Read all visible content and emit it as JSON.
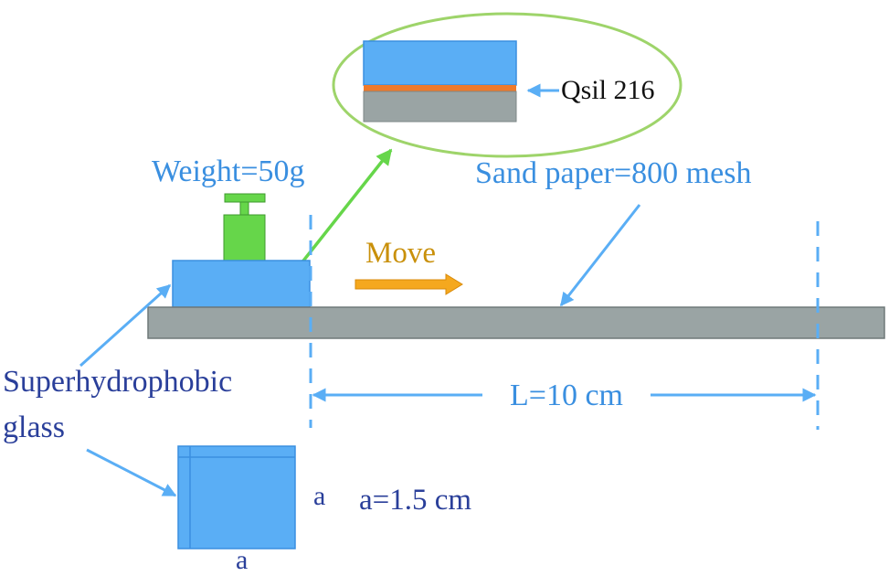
{
  "labels": {
    "qsil": "Qsil 216",
    "weight": "Weight=50g",
    "sand_paper": "Sand paper=800 mesh",
    "move": "Move",
    "superhydrophobic": "Superhydrophobic",
    "glass": "glass",
    "length": "L=10 cm",
    "side_a_right": "a",
    "side_a_bottom": "a",
    "side_value": "a=1.5 cm"
  },
  "colors": {
    "blue_fill": "#5aaef5",
    "blue_stroke": "#3a8fe0",
    "gray_fill": "#9aa4a4",
    "orange_layer": "#f07a2a",
    "weight_green": "#66d64a",
    "ellipse_green": "#9ed46a",
    "move_arrow": "#f5a81e",
    "label_blue": "#3a8fe0",
    "label_dark": "#2a3f9a"
  }
}
